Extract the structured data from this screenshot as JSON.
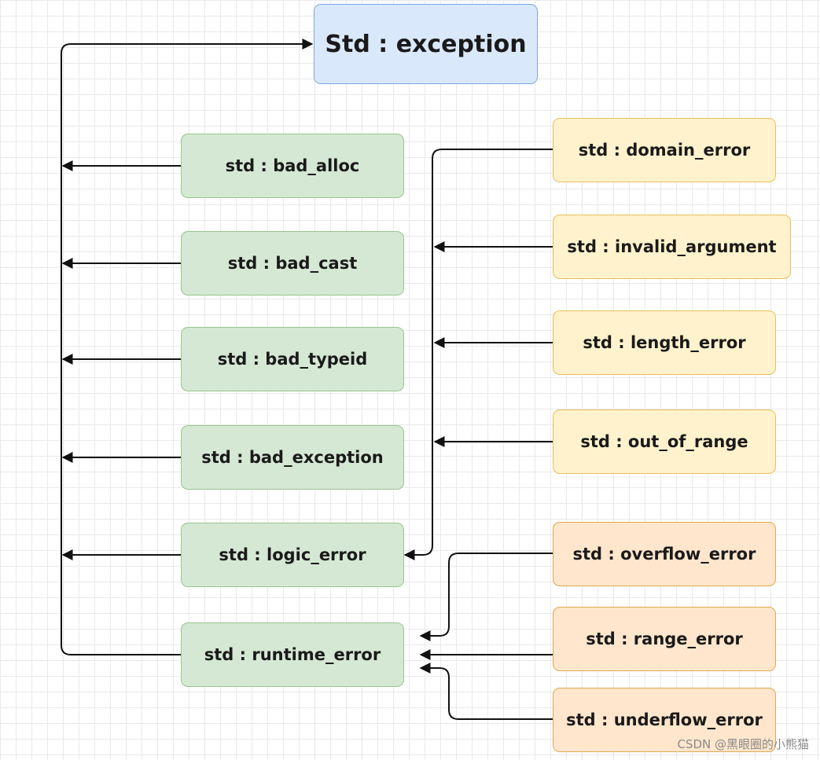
{
  "diagram": {
    "root": "Std : exception",
    "left_nodes": [
      "std : bad_alloc",
      "std : bad_cast",
      "std : bad_typeid",
      "std : bad_exception",
      "std : logic_error",
      "std : runtime_error"
    ],
    "logic_error_children": [
      "std : domain_error",
      "std : invalid_argument",
      "std : length_error",
      "std : out_of_range"
    ],
    "runtime_error_children": [
      "std : overflow_error",
      "std : range_error",
      "std : underflow_error"
    ],
    "colors": {
      "root_fill": "#dae8fc",
      "base_fill": "#d5e8d4",
      "logic_child_fill": "#fff2cc",
      "runtime_child_fill": "#ffe6cc",
      "edge": "#111111"
    }
  },
  "watermark": "CSDN @黑眼圈的小熊猫"
}
